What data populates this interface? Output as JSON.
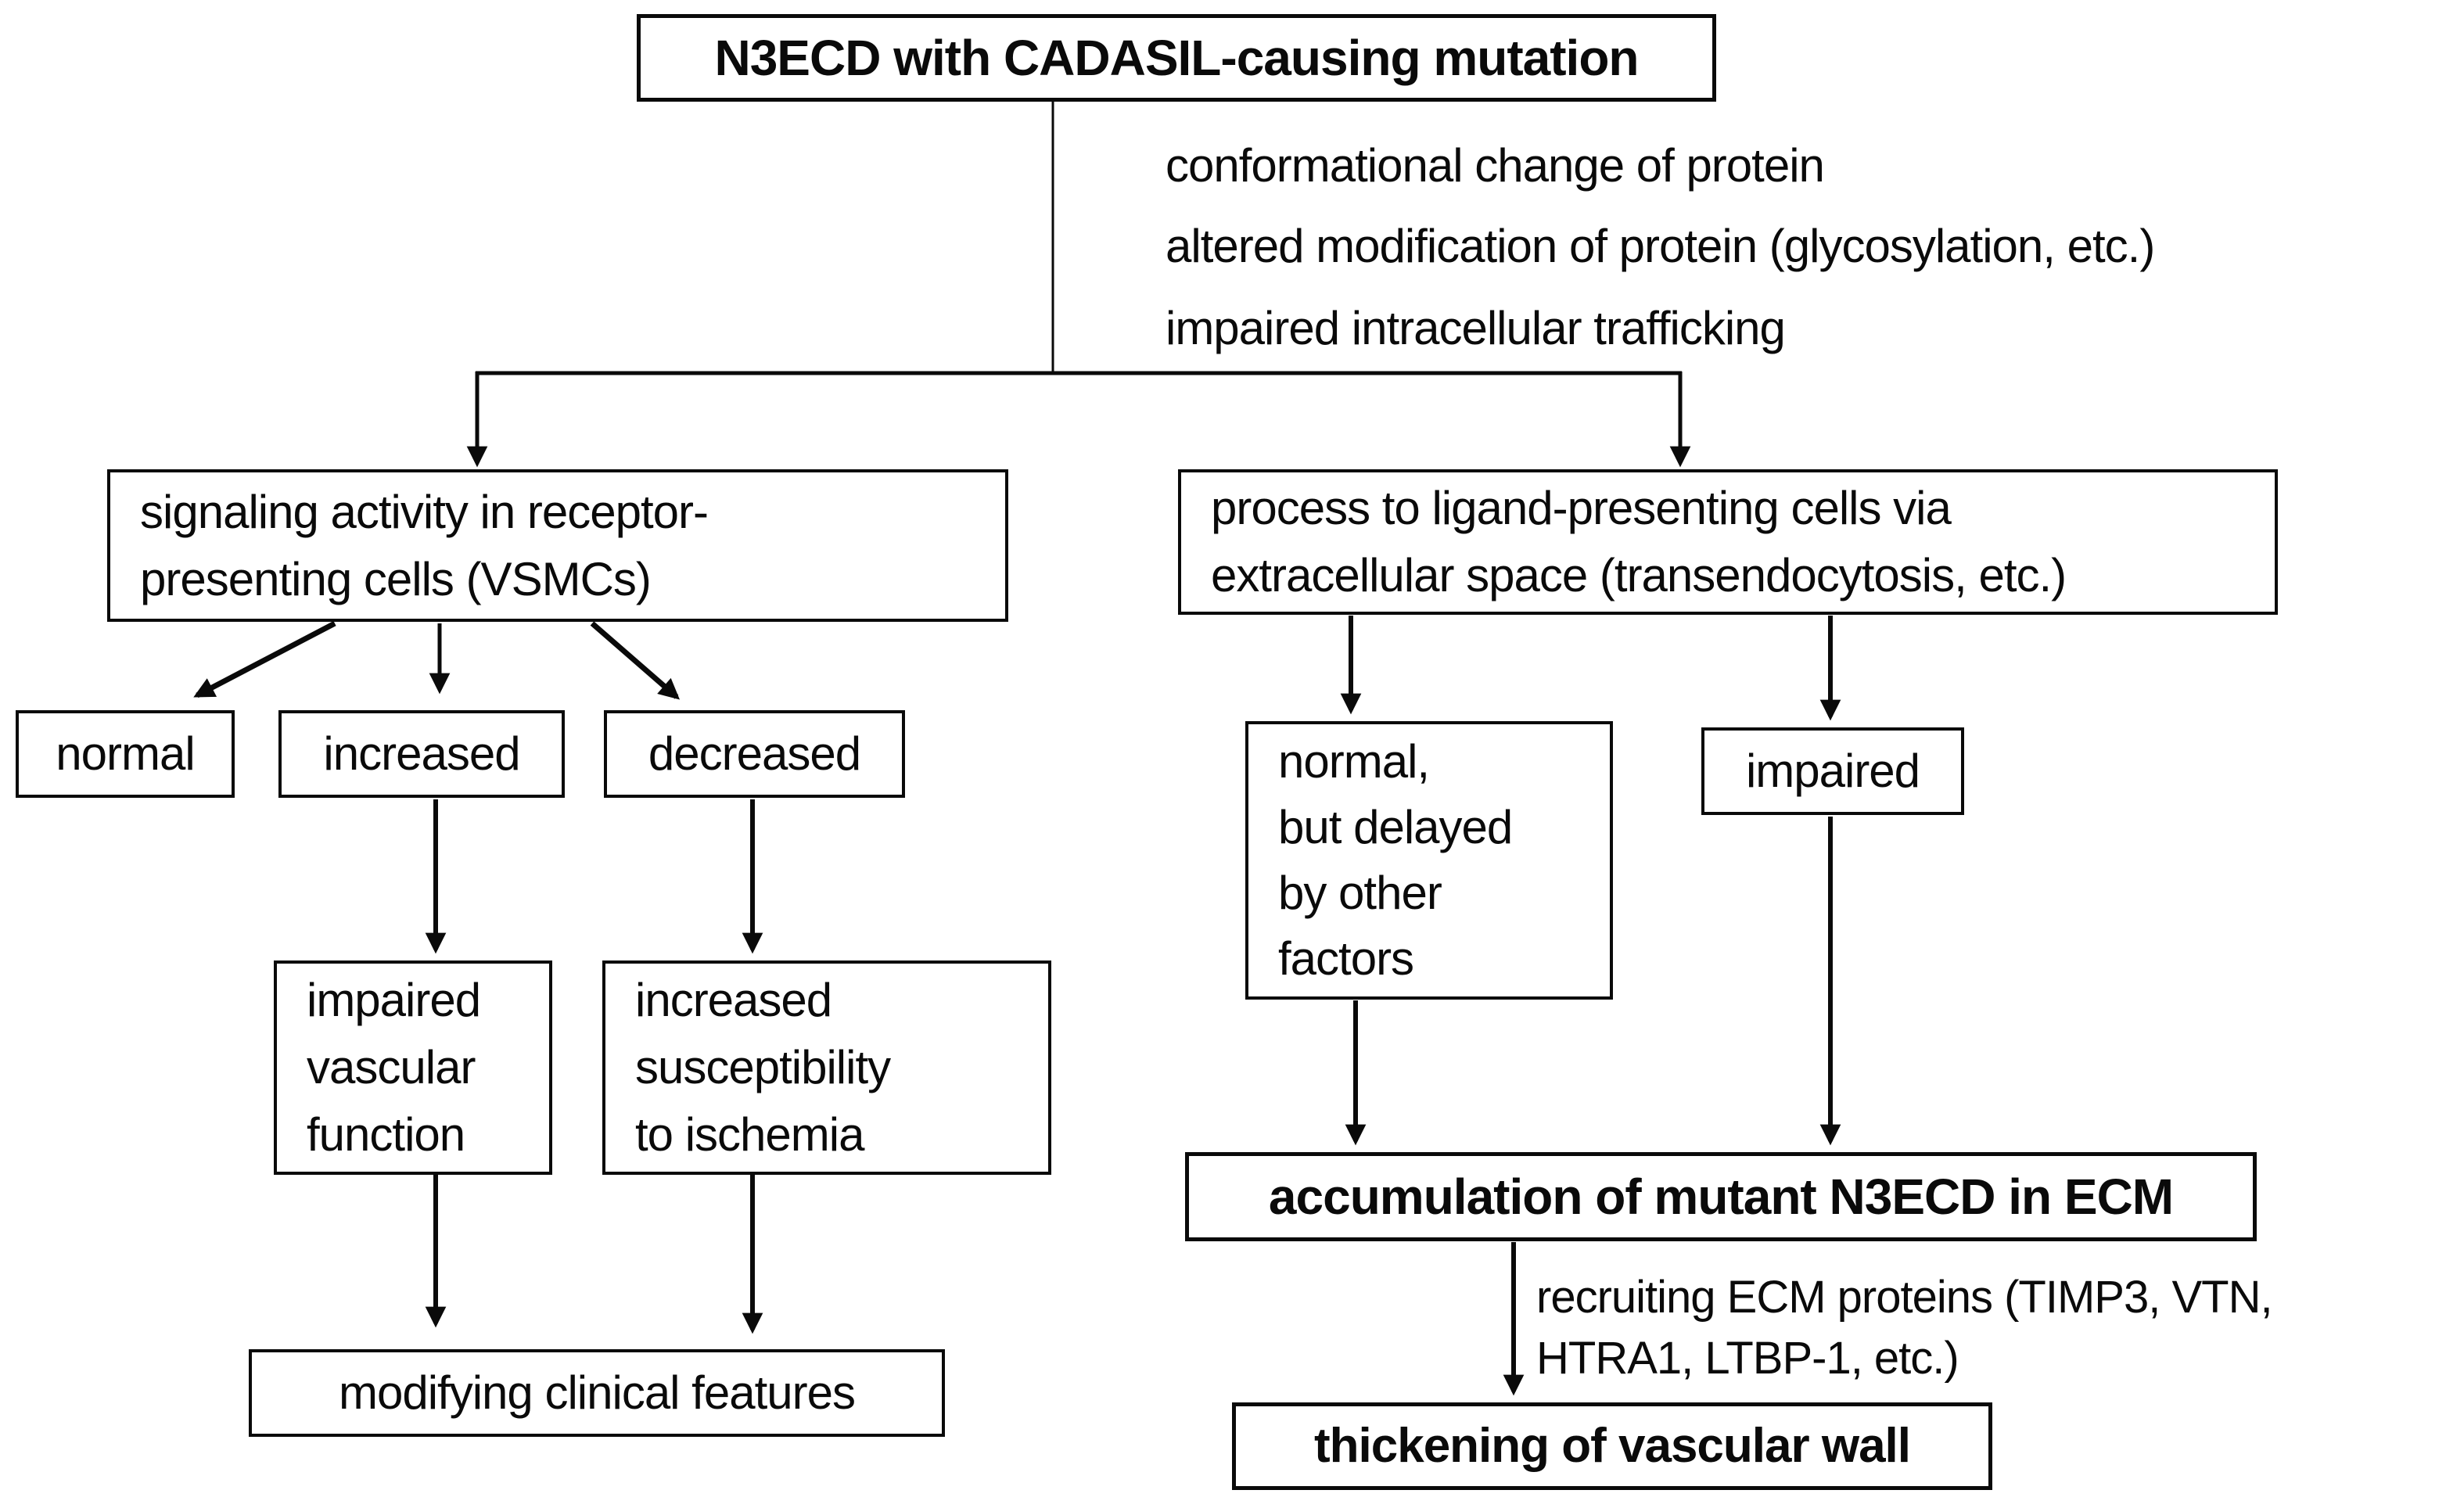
{
  "colors": {
    "ink": "#0a0a0a",
    "background": "#ffffff"
  },
  "diagram": {
    "title": "N3ECD with CADASIL-causing mutation",
    "top_annotations": [
      "conformational change of protein",
      "altered modification of protein (glycosylation, etc.)",
      "impaired intracellular trafficking"
    ],
    "nodes": {
      "signaling": "signaling activity in receptor-\npresenting cells (VSMCs)",
      "normal": "normal",
      "increased": "increased",
      "decreased": "decreased",
      "impaired_vascular": "impaired\nvascular\nfunction",
      "susceptibility": "increased\nsusceptibility\nto ischemia",
      "modifying": "modifying clinical features",
      "process": "process to ligand-presenting cells via\nextracellular space (transendocytosis, etc.)",
      "delayed": "normal,\nbut delayed\nby other\nfactors",
      "impaired": "impaired",
      "accumulation": "accumulation of mutant N3ECD in ECM",
      "thickening": "thickening of vascular wall"
    },
    "edge_annotation": "recruiting ECM proteins (TIMP3, VTN,\nHTRA1, LTBP-1, etc.)"
  }
}
